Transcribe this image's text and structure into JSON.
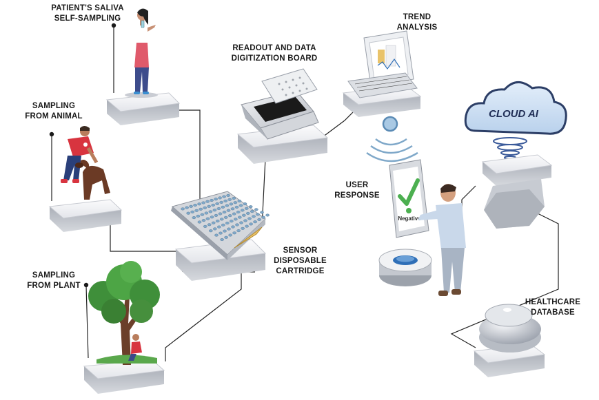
{
  "labels": {
    "saliva": {
      "line1": "PATIENT'S SALIVA",
      "line2": "SELF-SAMPLING"
    },
    "animal": {
      "line1": "SAMPLING",
      "line2": "FROM ANIMAL"
    },
    "plant": {
      "line1": "SAMPLING",
      "line2": "FROM PLANT"
    },
    "readout": {
      "line1": "READOUT AND DATA",
      "line2": "DIGITIZATION BOARD"
    },
    "trend": {
      "line1": "TREND",
      "line2": "ANALYSIS"
    },
    "sensor": {
      "line1": "SENSOR",
      "line2": "DISPOSABLE",
      "line3": "CARTRIDGE"
    },
    "user": {
      "line1": "USER",
      "line2": "RESPONSE"
    },
    "healthcare": {
      "line1": "HEALTHCARE",
      "line2": "DATABASE"
    }
  },
  "cloud_text": "CLOUD AI",
  "phone_result": "Negative",
  "colors": {
    "platform_top": "#f2f3f6",
    "platform_side": "#c9ccd3",
    "cloud_fill": "#cfe0f2",
    "cloud_stroke": "#2c3e66",
    "check": "#4caf50",
    "shirt_red": "#d8343f",
    "tree_green": "#3f8f3a",
    "accent_blue": "#2f6fb7"
  }
}
